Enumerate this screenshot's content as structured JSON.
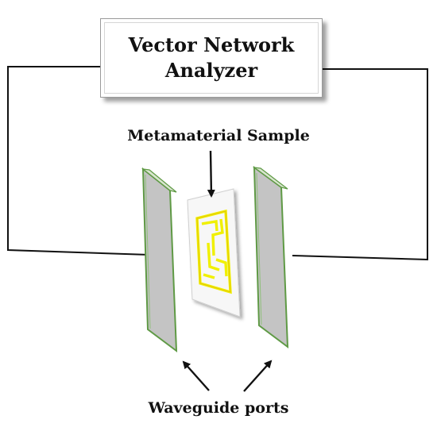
{
  "diagram": {
    "analyzer_label": "Vector Network\nAnalyzer",
    "sample_label": "Metamaterial Sample",
    "ports_label": "Waveguide ports"
  },
  "colors": {
    "wire": "#111111",
    "port_fill": "#c4c4c4",
    "port_edge": "#5f9a45",
    "resonator": "#f0f000",
    "sample_card": "#f7f7f7"
  }
}
